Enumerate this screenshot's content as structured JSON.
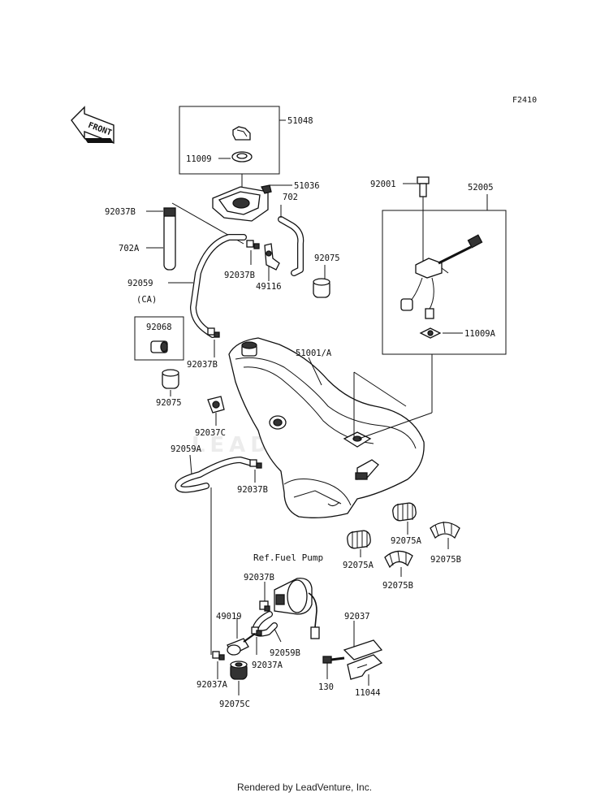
{
  "figure_code": "F2410",
  "front_label": "FRONT",
  "ca_label": "(CA)",
  "ref_label": "Ref.Fuel Pump",
  "watermark": "LEADVENTURE",
  "footer": "Rendered by LeadVenture, Inc.",
  "parts": {
    "p51048": "51048",
    "p11009": "11009",
    "p51036": "51036",
    "p702": "702",
    "p92037B_a": "92037B",
    "p702A": "702A",
    "p92037B_b": "92037B",
    "p49116": "49116",
    "p92075_a": "92075",
    "p92059": "92059",
    "p92068": "92068",
    "p92037B_c": "92037B",
    "p51001A": "51001/A",
    "p92075_b": "92075",
    "p92037C": "92037C",
    "p92059A": "92059A",
    "p92037B_d": "92037B",
    "p92001": "92001",
    "p52005": "52005",
    "p11009A": "11009A",
    "p92075A_a": "92075A",
    "p92075A_b": "92075A",
    "p92075B_a": "92075B",
    "p92075B_b": "92075B",
    "p92037B_e": "92037B",
    "p49019": "49019",
    "p92059B": "92059B",
    "p92037A_a": "92037A",
    "p92037A_b": "92037A",
    "p92075C": "92075C",
    "p92037": "92037",
    "p130": "130",
    "p11044": "11044"
  }
}
